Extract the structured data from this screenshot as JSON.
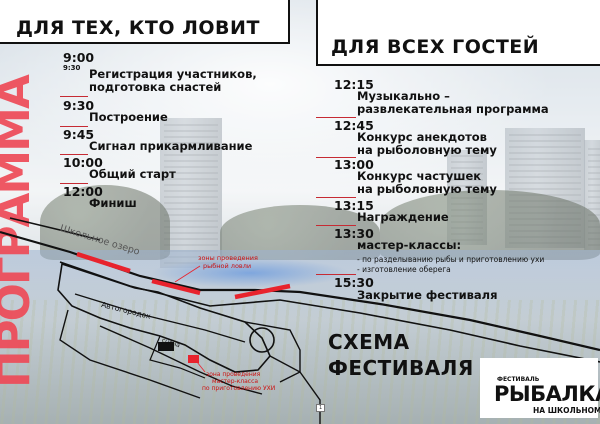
{
  "headers": {
    "left": "ДЛЯ ТЕХ, КТО ЛОВИТ",
    "right": "ДЛЯ ВСЕХ ГОСТЕЙ"
  },
  "side_title": "ПРОГРАММА",
  "left_schedule": [
    {
      "time": "9:00",
      "sub": "9:30",
      "lines": [
        "Регистрация участников,",
        "подготовка снастей"
      ]
    },
    {
      "time": "9:30",
      "lines": [
        "Построение"
      ]
    },
    {
      "time": "9:45",
      "lines": [
        "Сигнал прикармливание"
      ]
    },
    {
      "time": "10:00",
      "lines": [
        "Общий старт"
      ]
    },
    {
      "time": "12:00",
      "lines": [
        "Финиш"
      ]
    }
  ],
  "right_schedule": [
    {
      "time": "12:15",
      "lines": [
        "Музыкально –",
        "развлекательная программа"
      ]
    },
    {
      "time": "12:45",
      "lines": [
        "Конкурс анекдотов",
        "на рыболовную тему"
      ]
    },
    {
      "time": "13:00",
      "lines": [
        "Конкурс частушек",
        "на рыболовную тему"
      ]
    },
    {
      "time": "13:15",
      "lines": [
        "Награждение"
      ]
    },
    {
      "time": "13:30",
      "lines": [
        "мастер-классы:"
      ],
      "bullets": [
        "- по разделыванию рыбы и приготовлению ухи",
        "- изготовление оберега"
      ]
    },
    {
      "time": "15:30",
      "lines": [
        "Закрытие фестиваля"
      ]
    }
  ],
  "map": {
    "lake_label": "Школьное озеро",
    "fishing_zone": [
      "зоны проведения",
      "рыбной ловли"
    ],
    "district_label": "Автогородок",
    "stage_label": "сцена",
    "masterclass_zone": [
      "зона проведения",
      "мастер-класса",
      "по приготовлению УХИ"
    ],
    "scheme_title": [
      "СХЕМА",
      "ФЕСТИВАЛЯ"
    ],
    "road_sign": "1"
  },
  "logo": {
    "top": "ФЕСТИВАЛЬ",
    "main": "РЫБАЛКА",
    "bottom": "НА ШКОЛЬНОМ"
  },
  "colors": {
    "accent_red": "#e8232d",
    "programma_red": "#ee4a57",
    "rule_red": "#c62a33"
  }
}
